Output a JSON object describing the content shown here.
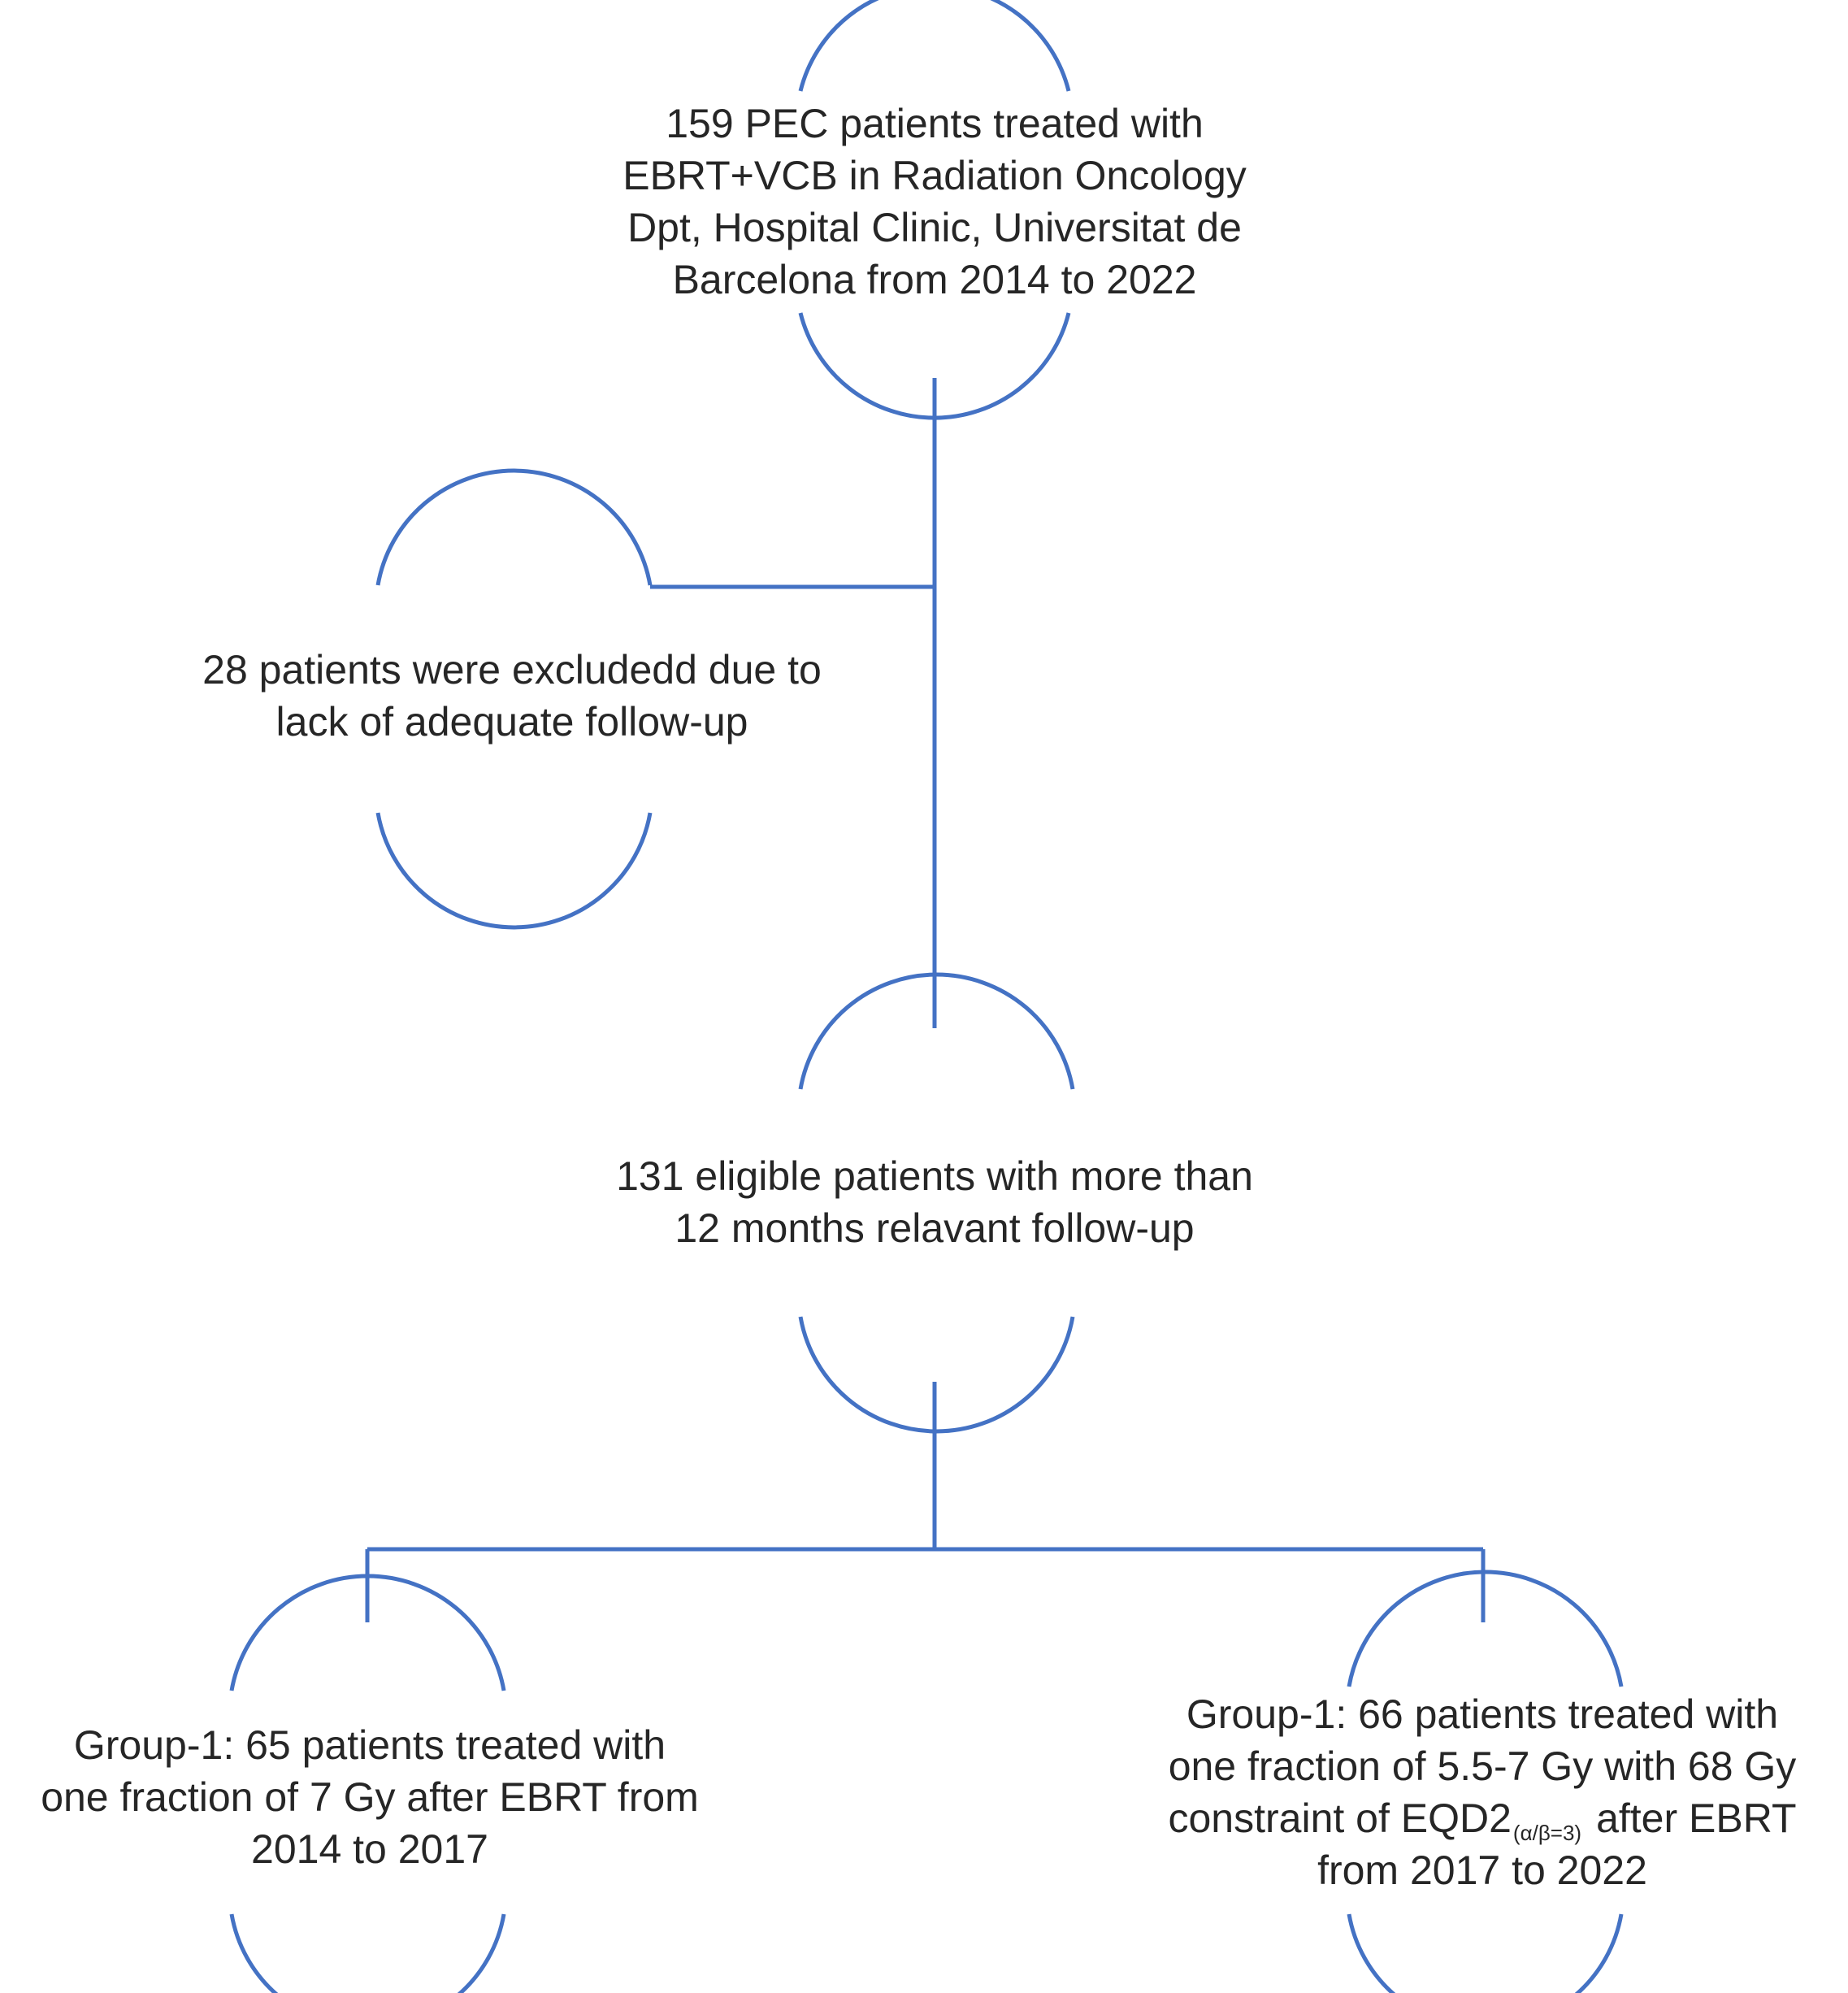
{
  "colors": {
    "stroke": "#4472C4",
    "text": "#262626",
    "background": "#FFFFFF"
  },
  "nodes": {
    "top": {
      "lines": [
        "159 PEC patients treated with",
        "EBRT+VCB in Radiation Oncology",
        "Dpt, Hospital Clinic, Universitat de",
        "Barcelona from 2014 to 2022"
      ]
    },
    "excluded": {
      "lines": [
        "28 patients were excludedd due to",
        "lack of adequate follow-up"
      ]
    },
    "eligible": {
      "lines": [
        "131 eligible patients with more than",
        "12 months relavant follow-up"
      ]
    },
    "group_left": {
      "lines": [
        "Group-1: 65 patients treated with",
        "one fraction of 7 Gy after EBRT from",
        "2014 to 2017"
      ]
    },
    "group_right": {
      "line1": "Group-1: 66 patients treated with",
      "line2": "one fraction of 5.5-7 Gy with 68 Gy",
      "line3_before": "constraint of EQD2",
      "line3_subscript": "(α/β=3)",
      "line3_after": "after EBRT",
      "line4": "from 2017 to 2022"
    }
  }
}
